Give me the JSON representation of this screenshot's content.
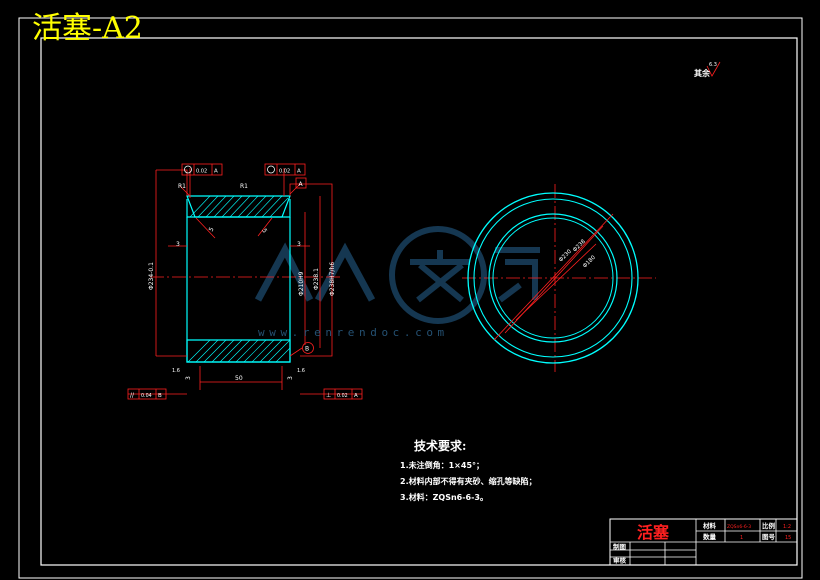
{
  "title": "活塞-A2",
  "roughness_label": "其余",
  "roughness_value": "6.3",
  "section_view": {
    "gd_frame_1": "0.02",
    "gd_frame_1_datum": "A",
    "gd_frame_2": "0.02",
    "gd_frame_2_datum": "A",
    "datum_a": "A",
    "datum_b": "B",
    "parallel_value": "0.04",
    "parallel_datum": "B",
    "perp_value": "0.02",
    "perp_datum": "A",
    "dim_width": "50",
    "dim_left_step": "3",
    "dim_right_step": "3",
    "dim_chamfer_left": "5",
    "dim_chamfer_right": "5",
    "dim_bottom_left": "3",
    "dim_bottom_right": "3",
    "dim_r1": "R1",
    "dim_r2": "R1",
    "dim_left_dia": "Φ234-0.1",
    "dim_inner_dia": "Φ210H9",
    "dim_mid_dia": "Φ238.1",
    "dim_outer_dia": "Φ238H7/h6",
    "dim_top_label": "R1",
    "dim_bottom_mark_left": "1.6",
    "dim_bottom_mark_right": "1.6"
  },
  "end_view": {
    "dia_outer": "Φ238",
    "dia_mid": "Φ230",
    "dia_inner": "Φ180"
  },
  "tech_requirements": {
    "heading": "技术要求:",
    "items": [
      "1.未注倒角：1×45°；",
      "2.材料内部不得有夹砂、缩孔等缺陷；",
      "3.材料：ZQSn6-6-3。"
    ]
  },
  "title_block": {
    "part_name": "活塞",
    "material_label": "材料",
    "material_value": "ZQSn6-6-3",
    "scale_label": "比例",
    "scale_value": "1:2",
    "quantity_label": "数量",
    "quantity_value": "1",
    "drawing_no_label": "图号",
    "drawing_no_value": "15",
    "drafted_label": "制图",
    "checked_label": "审核"
  },
  "watermark": {
    "text": "www.renrendoc.com"
  },
  "colors": {
    "background": "#000000",
    "frame": "#ffffff",
    "outline": "#00ffff",
    "dim": "#ff2020",
    "hatch": "#00ffff",
    "title": "#ffff00",
    "watermark": "#2b5f86"
  }
}
